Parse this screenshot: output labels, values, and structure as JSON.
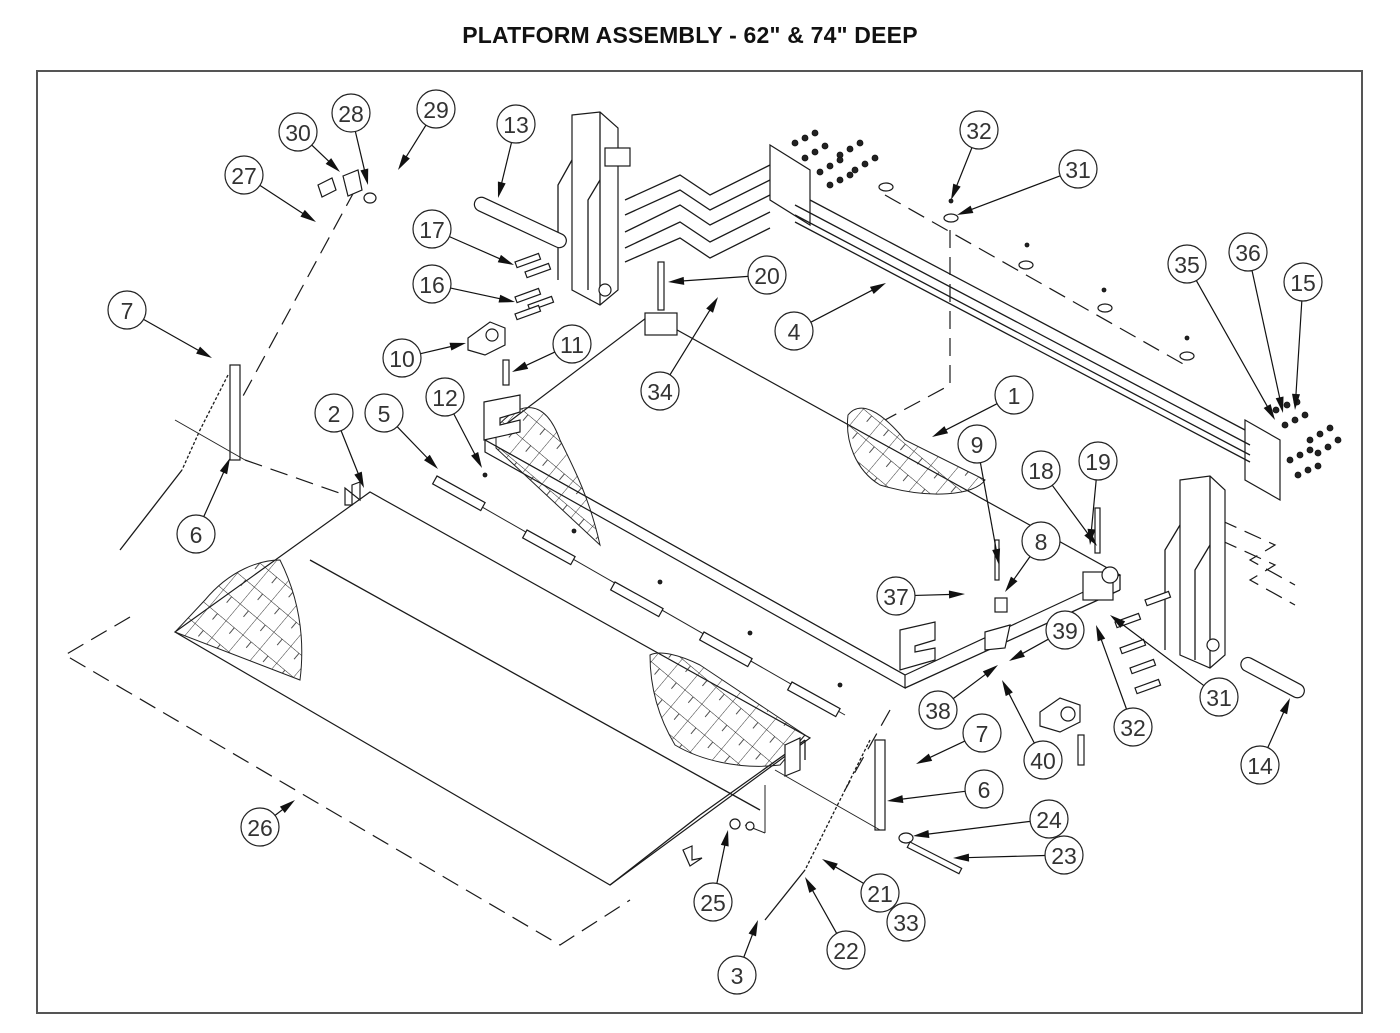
{
  "title": "PLATFORM ASSEMBLY - 62\" & 74\" DEEP",
  "callouts": [
    "1",
    "2",
    "3",
    "4",
    "5",
    "6",
    "7",
    "8",
    "9",
    "10",
    "11",
    "12",
    "13",
    "14",
    "15",
    "16",
    "17",
    "18",
    "19",
    "20",
    "21",
    "22",
    "23",
    "24",
    "25",
    "26",
    "27",
    "28",
    "29",
    "30",
    "31",
    "32",
    "33",
    "34",
    "35",
    "36",
    "37",
    "38",
    "39",
    "40"
  ],
  "callout_instances": [
    {
      "id": "30"
    },
    {
      "id": "28"
    },
    {
      "id": "29"
    },
    {
      "id": "27"
    },
    {
      "id": "13"
    },
    {
      "id": "17"
    },
    {
      "id": "16"
    },
    {
      "id": "20"
    },
    {
      "id": "7"
    },
    {
      "id": "10"
    },
    {
      "id": "11"
    },
    {
      "id": "34"
    },
    {
      "id": "4"
    },
    {
      "id": "32"
    },
    {
      "id": "31"
    },
    {
      "id": "35"
    },
    {
      "id": "36"
    },
    {
      "id": "15"
    },
    {
      "id": "1"
    },
    {
      "id": "2"
    },
    {
      "id": "5"
    },
    {
      "id": "12"
    },
    {
      "id": "6"
    },
    {
      "id": "9"
    },
    {
      "id": "18"
    },
    {
      "id": "19"
    },
    {
      "id": "8"
    },
    {
      "id": "37"
    },
    {
      "id": "39"
    },
    {
      "id": "38"
    },
    {
      "id": "40"
    },
    {
      "id": "31"
    },
    {
      "id": "32"
    },
    {
      "id": "14"
    },
    {
      "id": "7"
    },
    {
      "id": "6"
    },
    {
      "id": "24"
    },
    {
      "id": "23"
    },
    {
      "id": "26"
    },
    {
      "id": "25"
    },
    {
      "id": "21"
    },
    {
      "id": "33"
    },
    {
      "id": "22"
    },
    {
      "id": "3"
    }
  ],
  "colors": {
    "line": "#1a1a1a",
    "frame": "#555555",
    "background": "#ffffff"
  }
}
